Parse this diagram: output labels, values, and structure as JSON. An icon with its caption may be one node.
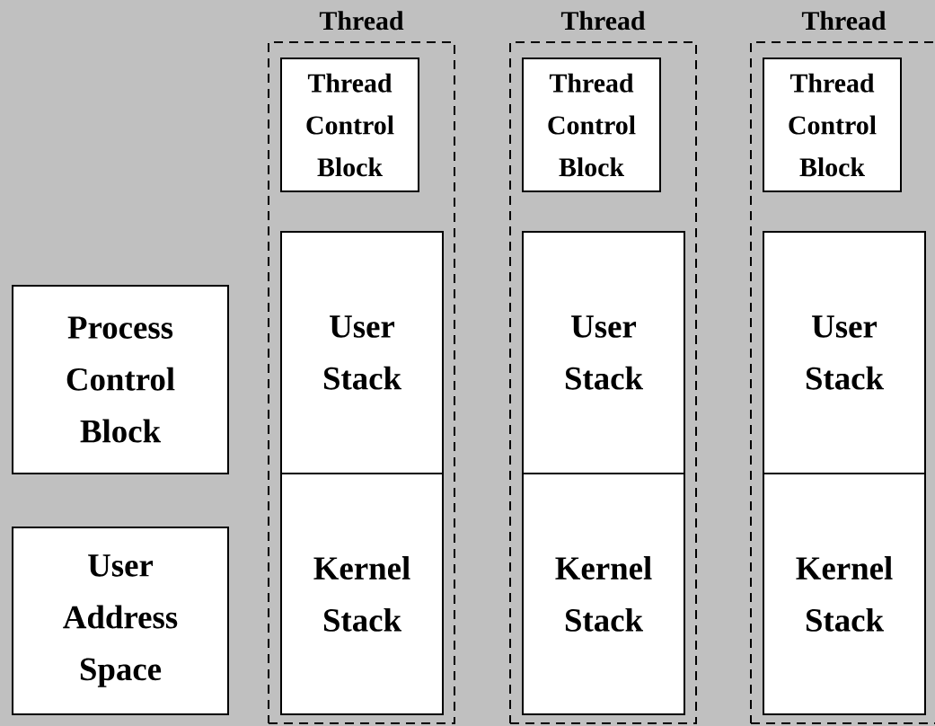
{
  "diagram": {
    "nodes": [
      {
        "text": [
          "Process Control Block"
        ]
      },
      {
        "text": [
          "User Address Space"
        ]
      },
      {
        "text": [
          "Thread"
        ]
      },
      {
        "text": [
          "Thread Control Block"
        ],
        "in": 2
      },
      {
        "text": [
          "User Stack"
        ],
        "in": 2
      },
      {
        "text": [
          "Kernel Stack"
        ],
        "in": 2
      },
      {
        "text": [
          "Thread"
        ]
      },
      {
        "text": [
          "Thread Control Block"
        ],
        "in": 6
      },
      {
        "text": [
          "User Stack"
        ],
        "in": 6
      },
      {
        "text": [
          "Kernel Stack"
        ],
        "in": 6
      },
      {
        "text": [
          "Thread"
        ]
      },
      {
        "text": [
          "Thread Control Block"
        ],
        "in": 10
      },
      {
        "text": [
          "User Stack"
        ],
        "in": 10
      },
      {
        "text": [
          "Kernel Stack"
        ],
        "in": 10
      }
    ]
  }
}
